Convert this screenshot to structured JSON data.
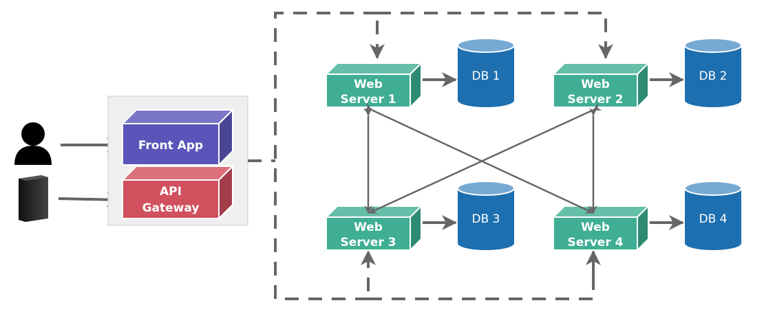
{
  "diagram": {
    "actors": [
      {
        "id": "user",
        "icon": "user-icon",
        "label": ""
      },
      {
        "id": "server",
        "icon": "server-icon",
        "label": ""
      }
    ],
    "gateway_group": {
      "front_app": {
        "line1": "Front App",
        "color": "#5a55b8"
      },
      "api_gateway": {
        "line1": "API",
        "line2": "Gateway",
        "color": "#d0505e"
      }
    },
    "web_servers": [
      {
        "line1": "Web",
        "line2": "Server 1"
      },
      {
        "line1": "Web",
        "line2": "Server 2"
      },
      {
        "line1": "Web",
        "line2": "Server 3"
      },
      {
        "line1": "Web",
        "line2": "Server 4"
      }
    ],
    "databases": [
      {
        "label": "DB 1"
      },
      {
        "label": "DB 2"
      },
      {
        "label": "DB 3"
      },
      {
        "label": "DB 4"
      }
    ],
    "colors": {
      "web_server": "#3fae94",
      "database": "#1d6faf",
      "arrow": "#666666",
      "group_bg": "#efefef"
    }
  }
}
